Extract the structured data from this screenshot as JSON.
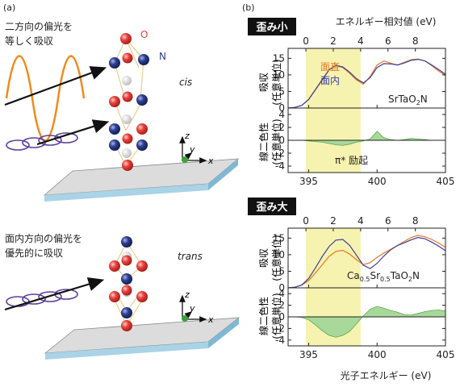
{
  "panel_labels": {
    "a": "(a)",
    "b": "(b)"
  },
  "illustration": {
    "top": {
      "caption_line1": "二方向の偏光を",
      "caption_line2": "等しく吸収",
      "config": "cis",
      "atom_O": "O",
      "atom_N": "N"
    },
    "bottom": {
      "caption_line1": "面内方向の偏光を",
      "caption_line2": "優先的に吸収",
      "config": "trans"
    },
    "axes": {
      "x": "x",
      "y": "y",
      "z": "z"
    },
    "colors": {
      "oxygen": "#e8413c",
      "nitrogen": "#2e3f8f",
      "wave_orange": "#f08a1c",
      "wave_purple": "#5b3f9a",
      "substrate": "#a9d3e6"
    }
  },
  "top_header": "エネルギー相対値 (eV)",
  "strain_small": "歪み小",
  "strain_large": "歪み大",
  "legend": {
    "out_of_plane": "面直",
    "in_plane": "面内"
  },
  "sample_small": "SrTaO2N",
  "sample_large": "Ca0.5Sr0.5TaO2N",
  "annotation_pi": "π* 励起",
  "ylabel_abs_1": "吸収",
  "ylabel_abs_2": "(任意単位)",
  "ylabel_dich_1": "線二色性",
  "ylabel_dich_2": "(任意単位)",
  "xlabel": "光子エネルギー (eV)",
  "colors": {
    "out_of_plane": "#e8761e",
    "in_plane": "#3b3f9e",
    "highlight": "#f6f3b0",
    "dichroism_fill": "#a8d89a",
    "dichroism_line": "#5aaa4e"
  },
  "chart_data": [
    {
      "type": "line",
      "panel": "歪み小 absorption",
      "x_range": [
        393.5,
        405
      ],
      "x_ticks": [
        395,
        400,
        405
      ],
      "top_ticks": [
        0,
        2,
        4,
        6,
        8
      ],
      "top_tick_positions_eV": [
        394.8,
        396.8,
        398.8,
        400.8,
        402.8
      ],
      "y_range": [
        0,
        18
      ],
      "y_ticks": [
        0,
        5,
        10,
        15
      ],
      "highlight_range": [
        394.8,
        398.8
      ],
      "series": [
        {
          "name": "面直",
          "x": [
            393.5,
            394,
            394.5,
            395,
            395.5,
            396,
            396.5,
            397,
            397.5,
            398,
            398.5,
            399,
            399.5,
            400,
            400.5,
            401,
            401.5,
            402,
            402.5,
            403,
            403.5,
            404,
            404.5,
            405
          ],
          "y": [
            0,
            0.2,
            0.8,
            2.5,
            5.5,
            8.5,
            11.5,
            12.8,
            12.2,
            10.5,
            8.5,
            7.2,
            9.5,
            13,
            14.2,
            13.5,
            13,
            13.8,
            14.6,
            14.8,
            14.2,
            12.8,
            11.2,
            9.8
          ]
        },
        {
          "name": "面内",
          "x": [
            393.5,
            394,
            394.5,
            395,
            395.5,
            396,
            396.5,
            397,
            397.5,
            398,
            398.5,
            399,
            399.5,
            400,
            400.5,
            401,
            401.5,
            402,
            402.5,
            403,
            403.5,
            404,
            404.5,
            405
          ],
          "y": [
            0,
            0.2,
            0.8,
            2.6,
            5.6,
            8.6,
            11.6,
            12.9,
            12.4,
            10.8,
            8.8,
            7.6,
            9.2,
            12.2,
            13.4,
            13.3,
            13,
            13.6,
            14.4,
            14.7,
            14.2,
            13,
            11.6,
            10.2
          ]
        }
      ]
    },
    {
      "type": "area",
      "panel": "歪み小 dichroism",
      "x_range": [
        393.5,
        405
      ],
      "y_range": [
        -5,
        5
      ],
      "y_ticks": [
        -4,
        -2,
        0,
        2,
        4
      ],
      "x": [
        393.5,
        394,
        394.5,
        395,
        395.5,
        396,
        396.5,
        397,
        397.5,
        398,
        398.5,
        399,
        399.5,
        400,
        400.5,
        401,
        401.5,
        402,
        402.5,
        403,
        403.5,
        404,
        404.5,
        405
      ],
      "y": [
        0,
        0,
        0,
        -0.1,
        -0.2,
        -0.3,
        -0.5,
        -0.7,
        -0.8,
        -0.6,
        -0.3,
        -0.1,
        0.2,
        1.4,
        0.4,
        0.1,
        0,
        0.1,
        0.3,
        0.2,
        0.1,
        0,
        0,
        0
      ]
    },
    {
      "type": "line",
      "panel": "歪み大 absorption",
      "x_range": [
        393.5,
        405
      ],
      "x_ticks": [
        395,
        400,
        405
      ],
      "top_ticks": [
        0,
        2,
        4,
        6,
        8
      ],
      "top_tick_positions_eV": [
        394.8,
        396.8,
        398.8,
        400.8,
        402.8
      ],
      "y_range": [
        0,
        18
      ],
      "y_ticks": [
        0,
        5,
        10,
        15
      ],
      "highlight_range": [
        394.8,
        398.8
      ],
      "series": [
        {
          "name": "面直",
          "x": [
            393.5,
            394,
            394.5,
            395,
            395.5,
            396,
            396.5,
            397,
            397.5,
            398,
            398.5,
            399,
            399.5,
            400,
            400.5,
            401,
            401.5,
            402,
            402.5,
            403,
            403.5,
            404,
            404.5,
            405
          ],
          "y": [
            0,
            0.2,
            0.8,
            2.2,
            4.5,
            7,
            9.5,
            11,
            11.3,
            10.2,
            8.5,
            7,
            7.6,
            9.2,
            10.5,
            11.6,
            12.8,
            14,
            15.2,
            15.8,
            15.4,
            14.6,
            13.5,
            12.2
          ]
        },
        {
          "name": "面内",
          "x": [
            393.5,
            394,
            394.5,
            395,
            395.5,
            396,
            396.5,
            397,
            397.5,
            398,
            398.5,
            399,
            399.5,
            400,
            400.5,
            401,
            401.5,
            402,
            402.5,
            403,
            403.5,
            404,
            404.5,
            405
          ],
          "y": [
            0,
            0.2,
            0.9,
            2.8,
            6,
            9.5,
            12.5,
            14.4,
            14.6,
            12.8,
            9.8,
            6.8,
            5.8,
            7.4,
            9.6,
            11.5,
            12.8,
            13.6,
            14.5,
            15.2,
            14.8,
            13.8,
            12.6,
            11.2
          ]
        }
      ]
    },
    {
      "type": "area",
      "panel": "歪み大 dichroism",
      "x_range": [
        393.5,
        405
      ],
      "y_range": [
        -5,
        5
      ],
      "y_ticks": [
        -4,
        -2,
        0,
        2,
        4
      ],
      "x": [
        393.5,
        394,
        394.5,
        395,
        395.5,
        396,
        396.5,
        397,
        397.5,
        398,
        398.5,
        399,
        399.5,
        400,
        400.5,
        401,
        401.5,
        402,
        402.5,
        403,
        403.5,
        404,
        404.5,
        405
      ],
      "y": [
        0,
        0,
        -0.1,
        -0.5,
        -1.4,
        -2.4,
        -3.2,
        -3.5,
        -3.2,
        -2.5,
        -1.2,
        0.2,
        1.3,
        1.8,
        1.5,
        1.1,
        0.8,
        0.4,
        0.3,
        0.6,
        0.9,
        1.1,
        1.2,
        1.0
      ]
    }
  ]
}
